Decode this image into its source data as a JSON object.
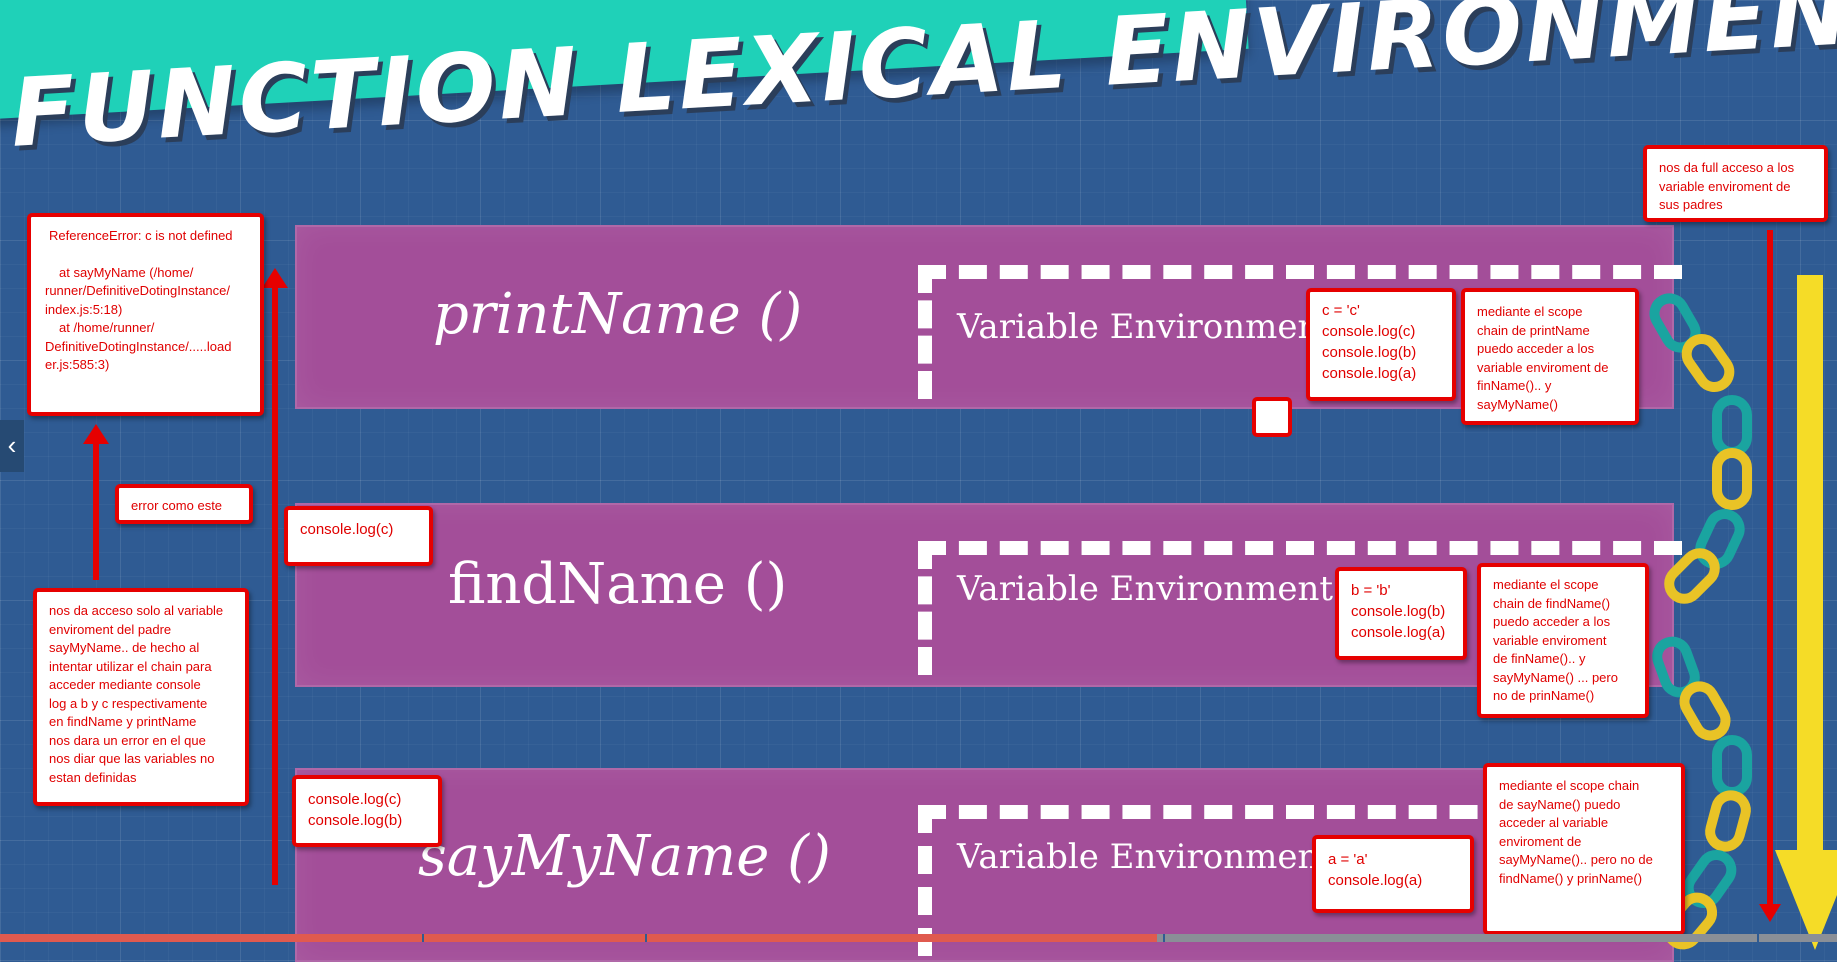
{
  "title": "FUNCTION LEXICAL ENVIRONMENT",
  "scopes": [
    {
      "name": "printName ()",
      "env_label": "Variable Environment"
    },
    {
      "name": "findName ()",
      "env_label": "Variable Environment"
    },
    {
      "name": "sayMyName ()",
      "env_label": "Variable Environment"
    }
  ],
  "notes": {
    "error_box": [
      "ReferenceError: c is not defined",
      "",
      "at sayMyName (/home/",
      "runner/DefinitiveDotingInstance/",
      "index.js:5:18)",
      "at /home/runner/",
      "DefinitiveDotingInstance/.....load",
      "er.js:585:3)"
    ],
    "error_label": "error como este",
    "left_explanation": [
      "nos da acceso solo al variable",
      "enviroment del padre",
      "sayMyName.. de hecho al",
      "intentar utilizar el chain para",
      "acceder mediante console",
      "log a b y c respectivamente",
      "en findName y printName",
      "nos dara un error en el que",
      "nos diar que las variables no",
      "estan definidas"
    ],
    "find_console": [
      "console.log(c)"
    ],
    "say_console": [
      "console.log(c)",
      "console.log(b)"
    ],
    "print_vars": [
      "c = 'c'",
      "console.log(c)",
      "console.log(b)",
      "console.log(a)"
    ],
    "find_vars": [
      "b = 'b'",
      "console.log(b)",
      "console.log(a)"
    ],
    "say_vars": [
      "a = 'a'",
      "console.log(a)"
    ],
    "print_scope": [
      "mediante el scope",
      "chain de printName",
      "puedo acceder a los",
      "variable enviroment de",
      "finName().. y",
      "sayMyName()"
    ],
    "find_scope": [
      "mediante el scope",
      "chain de findName()",
      "puedo acceder a los",
      "variable enviroment",
      "de finName().. y",
      "sayMyName() ... pero",
      "no de prinName()"
    ],
    "say_scope": [
      "mediante el scope chain",
      "de sayName() puedo",
      "acceder al variable",
      "enviroment de",
      "sayMyName().. pero no de",
      "findName() y prinName()"
    ],
    "full_access": [
      "nos da full acceso a los",
      "variable enviroment de",
      "sus padres"
    ]
  },
  "nav": {
    "prev_icon": "chevron-left-icon",
    "prev_glyph": "‹"
  },
  "progress": {
    "watched_fraction": 0.63
  },
  "colors": {
    "background": "#2f5b93",
    "banner": "#1fd1b8",
    "scope_band": "#a34e99",
    "annotation_red": "#e60000",
    "arrow_yellow": "#f5dc27"
  }
}
